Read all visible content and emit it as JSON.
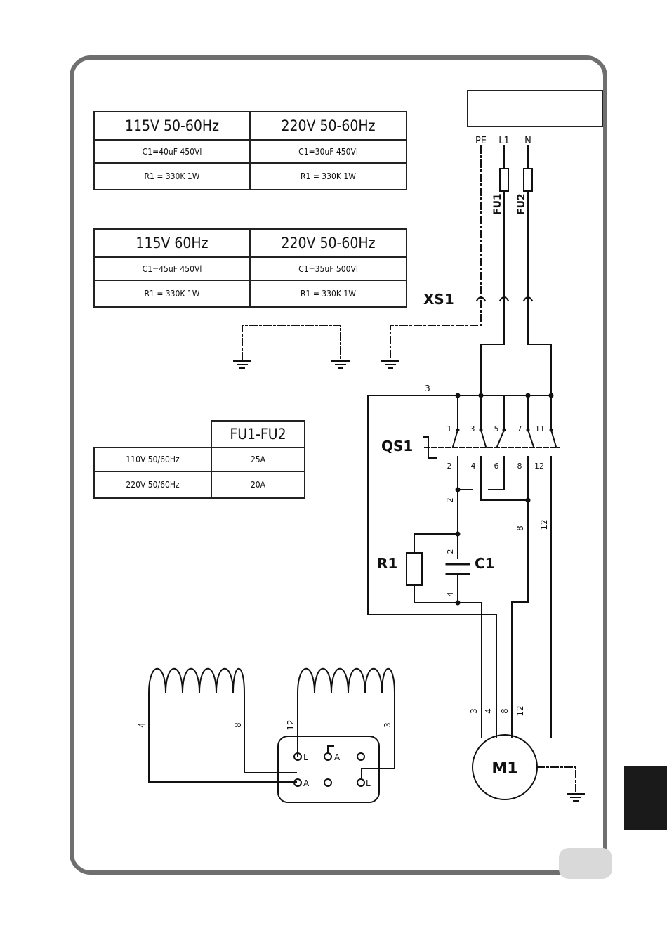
{
  "table_a": {
    "headers": [
      "115V 50-60Hz",
      "220V 50-60Hz"
    ],
    "rows": [
      [
        "C1=40uF 450Vl",
        "C1=30uF 450Vl"
      ],
      [
        "R1 = 330K 1W",
        "R1 = 330K 1W"
      ]
    ]
  },
  "table_b": {
    "headers": [
      "115V 60Hz",
      "220V 50-60Hz"
    ],
    "rows": [
      [
        "C1=45uF 450Vl",
        "C1=35uF 500Vl"
      ],
      [
        "R1 = 330K 1W",
        "R1 = 330K 1W"
      ]
    ]
  },
  "table_fuse": {
    "header": "FU1-FU2",
    "rows": [
      [
        "110V 50/60Hz",
        "25A"
      ],
      [
        "220V 50/60Hz",
        "20A"
      ]
    ]
  },
  "labels": {
    "pe": "PE",
    "l1": "L1",
    "n": "N",
    "fu1": "FU1",
    "fu2": "FU2",
    "xs1": "XS1",
    "qs1": "QS1",
    "r1": "R1",
    "c1": "C1",
    "m1": "M1",
    "terminal_l": "L",
    "terminal_a": "A"
  },
  "wire_numbers": {
    "top_3": "3",
    "qs_top": [
      "1",
      "3",
      "5",
      "7",
      "11"
    ],
    "qs_bottom": [
      "2",
      "4",
      "6",
      "8",
      "12"
    ],
    "w2": "2",
    "w8": "8",
    "w12": "12",
    "cap_top": "2",
    "cap_bottom": "4",
    "motor": [
      "3",
      "4",
      "8",
      "12"
    ],
    "coil_left": "4",
    "coil_left_r": "8",
    "coil_right_l": "12",
    "coil_right": "3"
  }
}
